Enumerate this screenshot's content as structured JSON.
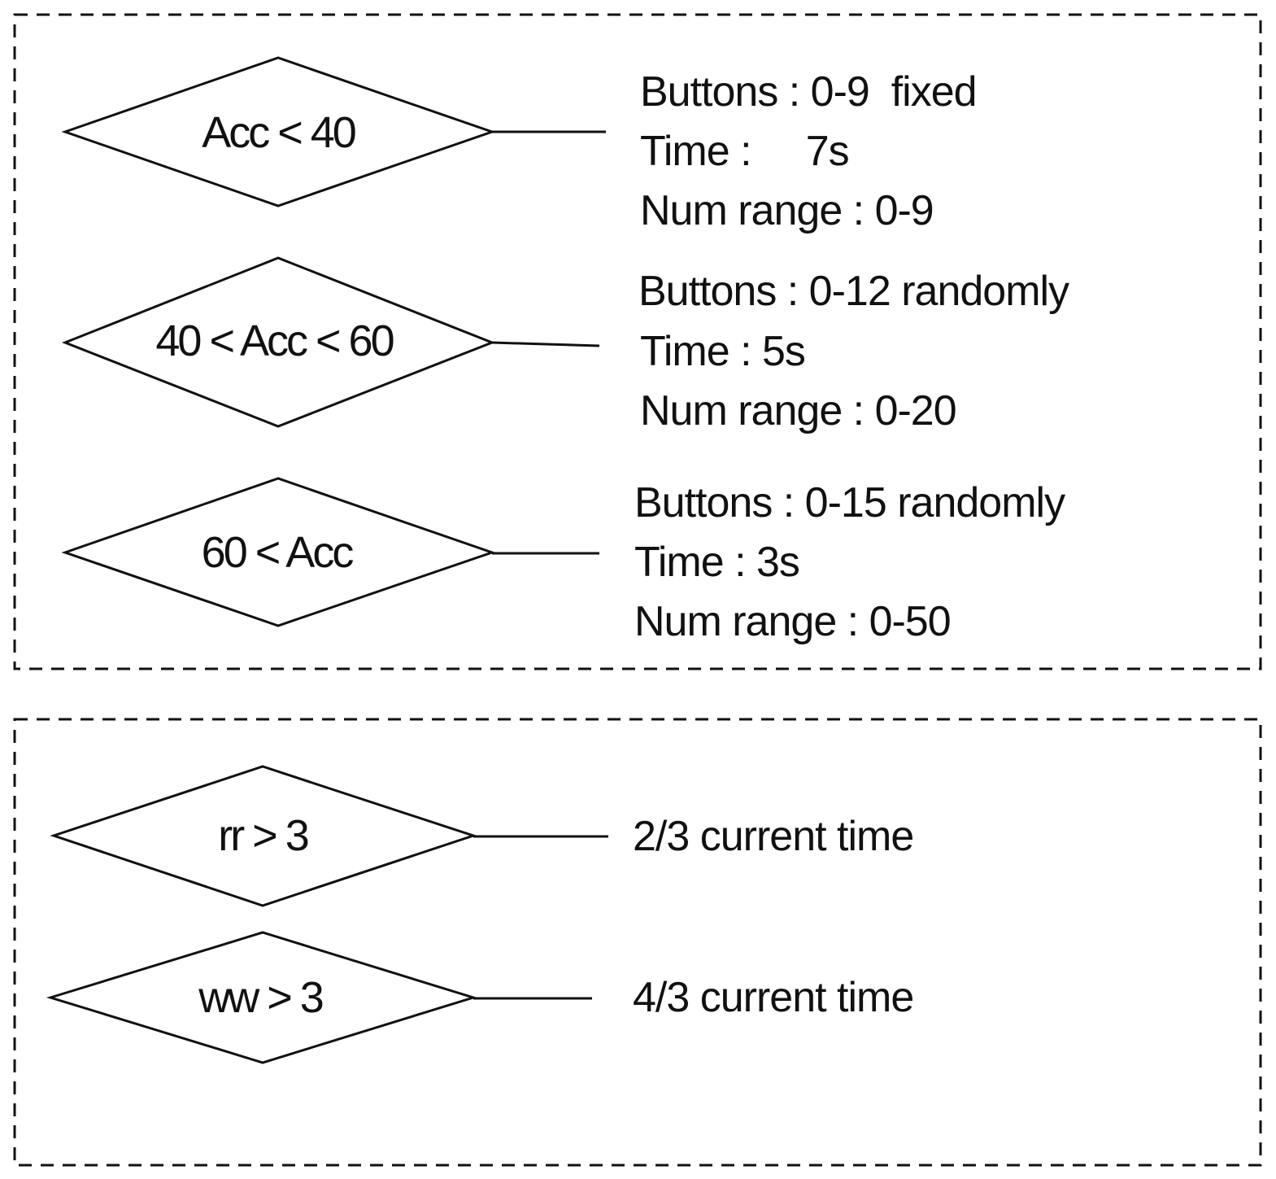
{
  "colors": {
    "stroke": "#111111",
    "background": "#ffffff"
  },
  "accuracy_section": {
    "rules": [
      {
        "condition": "Acc < 40",
        "lines": [
          "Buttons : 0-9  fixed",
          "Time :     7s",
          "Num range : 0-9"
        ]
      },
      {
        "condition": "40 < Acc < 60",
        "lines": [
          "Buttons : 0-12 randomly",
          "Time : 5s",
          "Num range : 0-20"
        ]
      },
      {
        "condition": "60 < Acc",
        "lines": [
          "Buttons : 0-15 randomly",
          "Time : 3s",
          "Num range : 0-50"
        ]
      }
    ]
  },
  "streak_section": {
    "rules": [
      {
        "condition": "rr > 3",
        "result": "2/3 current time"
      },
      {
        "condition": "ww > 3",
        "result": "4/3 current time"
      }
    ]
  }
}
